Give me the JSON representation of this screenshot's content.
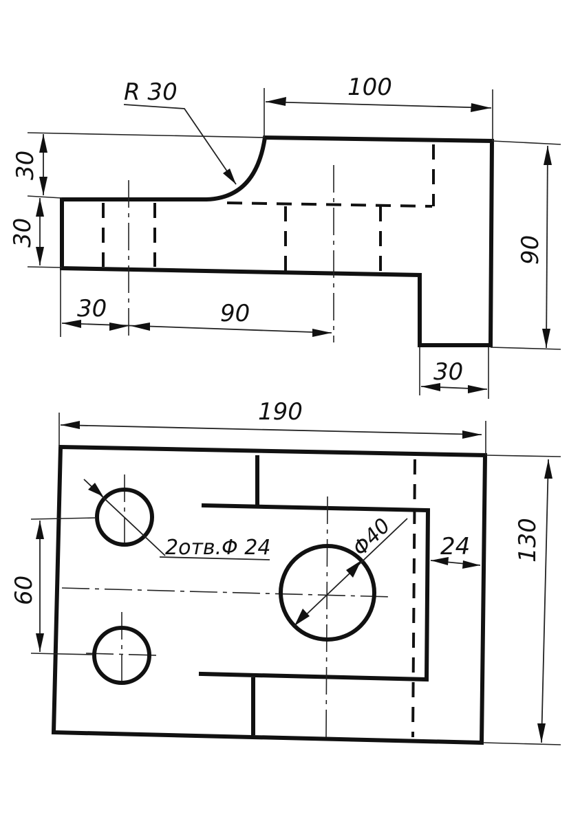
{
  "labels": {
    "radius": "R 30",
    "top_length": "100",
    "left_top_height": "30",
    "left_bottom_height": "30",
    "right_height": "90",
    "bottom_left_width": "30",
    "bottom_mid_width": "90",
    "bottom_right_width": "30",
    "overall_width": "190",
    "overall_depth": "130",
    "hole_spacing": "60",
    "wall_thickness": "24",
    "small_holes_note": "2отв.Φ 24",
    "big_hole_diameter": "Φ40"
  }
}
